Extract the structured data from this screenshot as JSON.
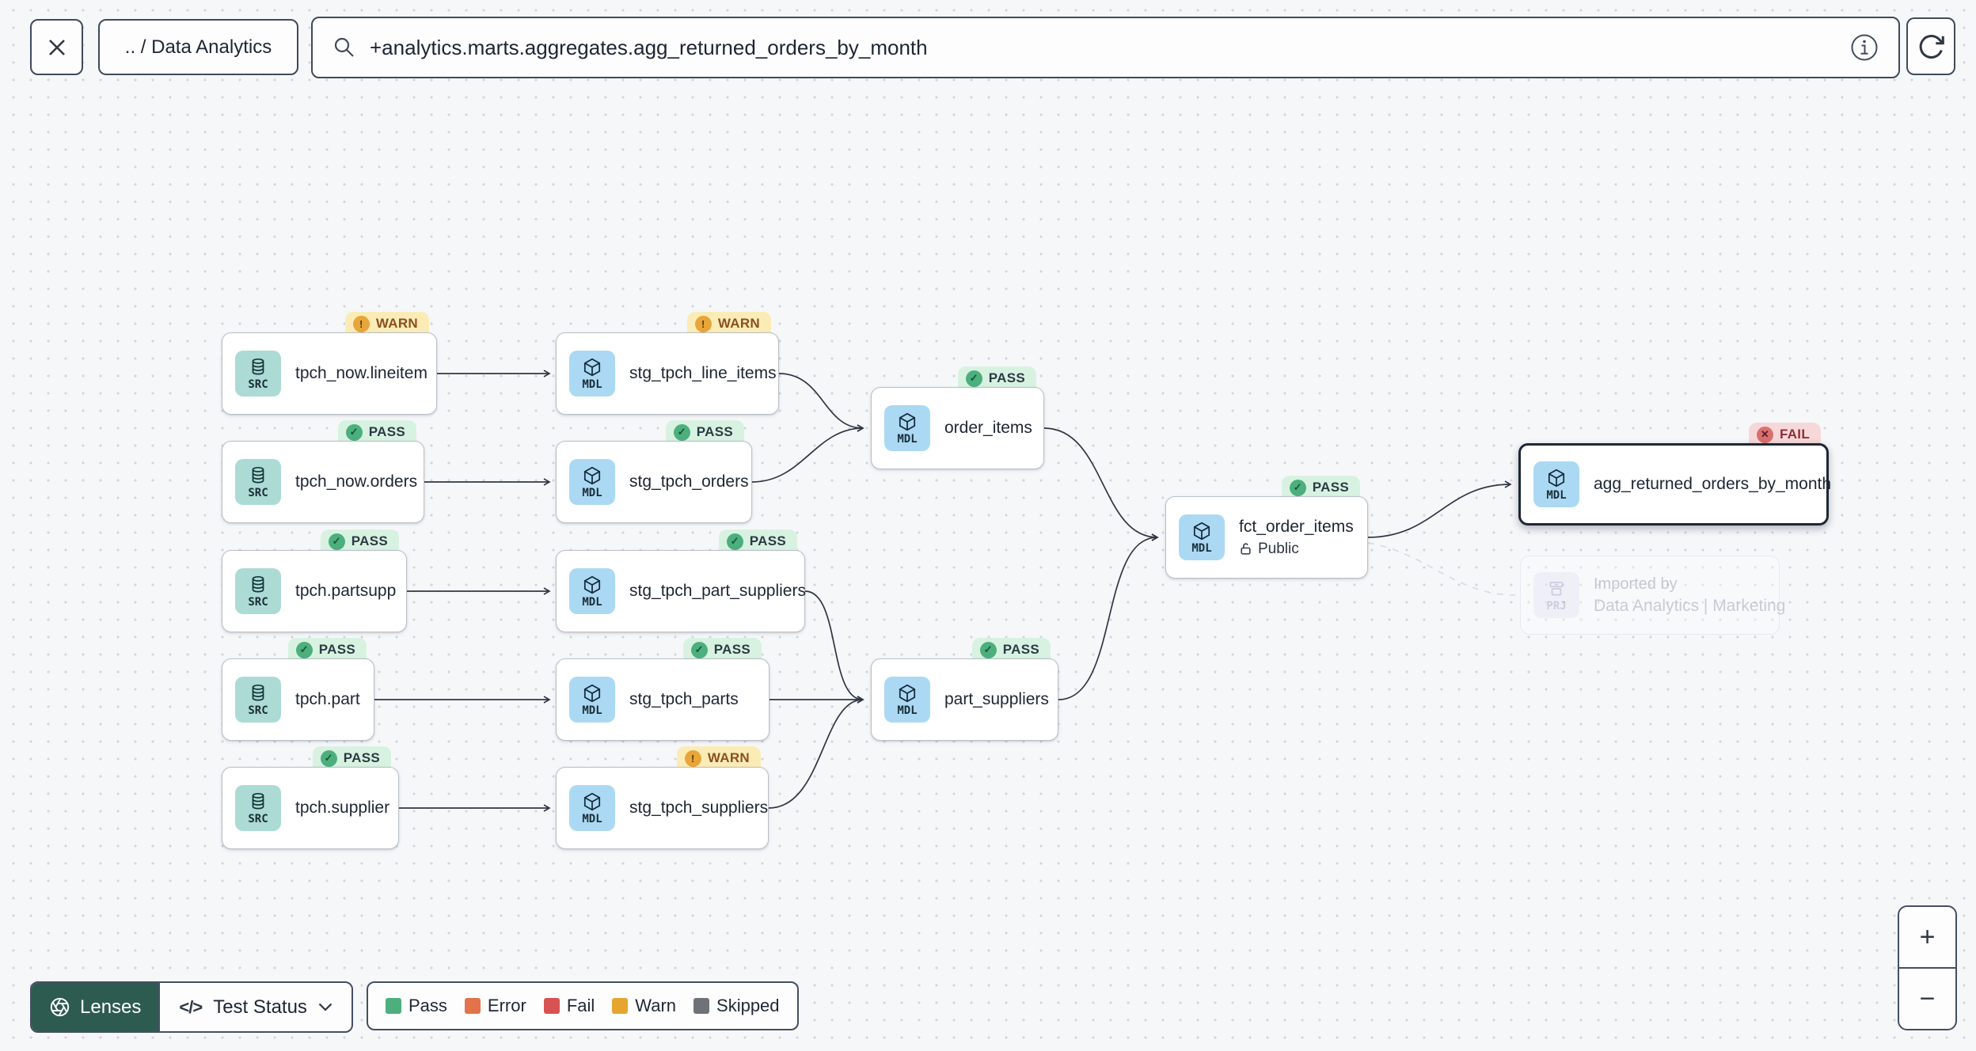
{
  "toolbar": {
    "breadcrumb": ".. / Data Analytics",
    "search": {
      "value": "+analytics.marts.aggregates.agg_returned_orders_by_month"
    }
  },
  "badge_icons": {
    "pass": "✓",
    "warn": "!",
    "fail": "✕"
  },
  "nodes": [
    {
      "label": "tpch_now.lineitem",
      "kind": "SRC",
      "badge": "WARN"
    },
    {
      "label": "stg_tpch_line_items",
      "kind": "MDL",
      "badge": "WARN"
    },
    {
      "label": "tpch_now.orders",
      "kind": "SRC",
      "badge": "PASS"
    },
    {
      "label": "stg_tpch_orders",
      "kind": "MDL",
      "badge": "PASS"
    },
    {
      "label": "tpch.partsupp",
      "kind": "SRC",
      "badge": "PASS"
    },
    {
      "label": "stg_tpch_part_suppliers",
      "kind": "MDL",
      "badge": "PASS"
    },
    {
      "label": "tpch.part",
      "kind": "SRC",
      "badge": "PASS"
    },
    {
      "label": "stg_tpch_parts",
      "kind": "MDL",
      "badge": "PASS"
    },
    {
      "label": "part_suppliers",
      "kind": "MDL",
      "badge": "PASS"
    },
    {
      "label": "tpch.supplier",
      "kind": "SRC",
      "badge": "PASS"
    },
    {
      "label": "stg_tpch_suppliers",
      "kind": "MDL",
      "badge": "WARN"
    },
    {
      "label": "order_items",
      "kind": "MDL",
      "badge": "PASS"
    },
    {
      "label": "fct_order_items",
      "kind": "MDL",
      "badge": "PASS",
      "access": "Public"
    },
    {
      "label": "agg_returned_orders_by_month",
      "kind": "MDL",
      "badge": "FAIL"
    },
    {
      "label": "Imported by",
      "kind": "PRJ",
      "sublabel": "Data Analytics | Marketing"
    }
  ],
  "controls": {
    "lenses_label": "Lenses",
    "lens_icon": "</>",
    "lens_selected": "Test Status"
  },
  "legend": {
    "items": [
      {
        "label": "Pass",
        "color": "#4caf7d"
      },
      {
        "label": "Error",
        "color": "#e2734a"
      },
      {
        "label": "Fail",
        "color": "#d95252"
      },
      {
        "label": "Warn",
        "color": "#e5a62f"
      },
      {
        "label": "Skipped",
        "color": "#6f7276"
      }
    ]
  },
  "zoom_controls": {
    "zoom_in": "+",
    "zoom_out": "−"
  }
}
